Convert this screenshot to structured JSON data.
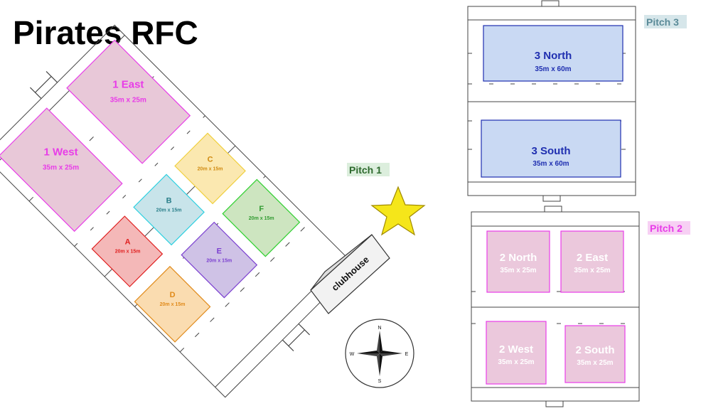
{
  "title": "Pirates RFC",
  "colors": {
    "magenta": "#e83ce8",
    "magenta_fill": "#e8c8d8",
    "blue": "#1f2fb0",
    "blue_fill": "#c9d9f3",
    "red": "#e02020",
    "orange": "#e08a1a",
    "teal": "#2a7f8a",
    "yellow_text": "#d08a10",
    "purple": "#7b3fd0",
    "green": "#2f9a2f",
    "star": "#f5e61a"
  },
  "pitch_labels": {
    "pitch1": "Pitch 1",
    "pitch2": "Pitch 2",
    "pitch3": "Pitch 3"
  },
  "pitch1_zones": {
    "west": {
      "name": "1 West",
      "size": "35m x 25m"
    },
    "east": {
      "name": "1 East",
      "size": "35m x 25m"
    },
    "a": {
      "name": "A",
      "size": "20m x 15m"
    },
    "b": {
      "name": "B",
      "size": "20m x 15m"
    },
    "c": {
      "name": "C",
      "size": "20m x 15m"
    },
    "d": {
      "name": "D",
      "size": "20m x 15m"
    },
    "e": {
      "name": "E",
      "size": "20m x 15m"
    },
    "f": {
      "name": "F",
      "size": "20m x 15m"
    }
  },
  "pitch2_zones": {
    "north": {
      "name": "2 North",
      "size": "35m x 25m"
    },
    "east": {
      "name": "2 East",
      "size": "35m x 25m"
    },
    "west": {
      "name": "2 West",
      "size": "35m x 25m"
    },
    "south": {
      "name": "2 South",
      "size": "35m x 25m"
    }
  },
  "pitch3_zones": {
    "north": {
      "name": "3 North",
      "size": "35m x 60m"
    },
    "south": {
      "name": "3 South",
      "size": "35m x 60m"
    }
  },
  "clubhouse": "clubhouse",
  "compass": {
    "n": "N",
    "s": "S",
    "e": "E",
    "w": "W"
  }
}
